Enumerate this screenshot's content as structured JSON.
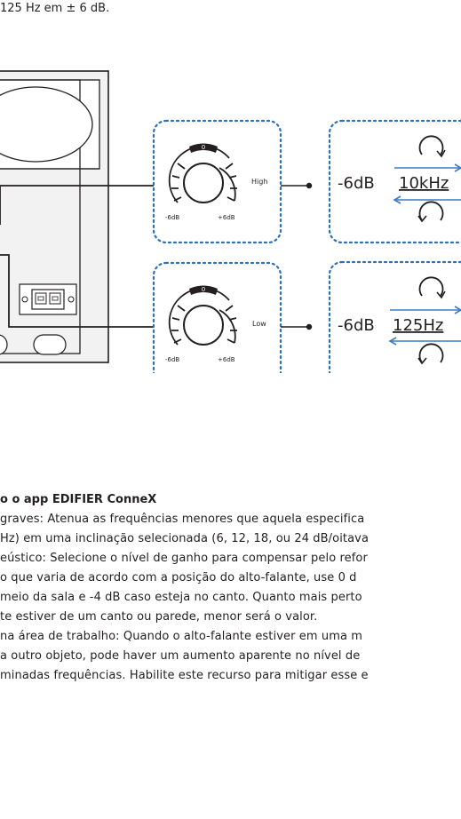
{
  "top_text": "125 Hz em ± 6 dB.",
  "diagram": {
    "high": {
      "knob_zero": "0",
      "knob_minus": "-6dB",
      "knob_plus": "+6dB",
      "label": "High",
      "readout_gain": "-6dB",
      "readout_freq": "10kHz"
    },
    "low": {
      "knob_zero": "0",
      "knob_minus": "-6dB",
      "knob_plus": "+6dB",
      "label": "Low",
      "readout_gain": "-6dB",
      "readout_freq": "125Hz"
    }
  },
  "section": {
    "title": "o o app EDIFIER ConneX",
    "lines": [
      "graves: Atenua as frequências menores que aquela especifica",
      "Hz) em uma inclinação selecionada (6, 12, 18, ou 24 dB/oitava",
      "eústico: Selecione o nível de ganho para compensar pelo refor",
      "o que varia de acordo com a posição do alto-falante, use 0 d",
      "meio da sala e -4 dB caso esteja no canto. Quanto mais perto",
      "te estiver de um canto ou parede, menor será o valor.",
      "na área de trabalho: Quando o alto-falante estiver em uma m",
      "a outro objeto, pode haver um aumento aparente no nível de",
      "minadas frequências. Habilite este recurso para mitigar esse e"
    ]
  },
  "colors": {
    "text": "#231f20",
    "dotted_box": "#2e6fb3",
    "arrow_blue": "#3a7cc4",
    "speaker_fill": "#f2f2f2"
  }
}
